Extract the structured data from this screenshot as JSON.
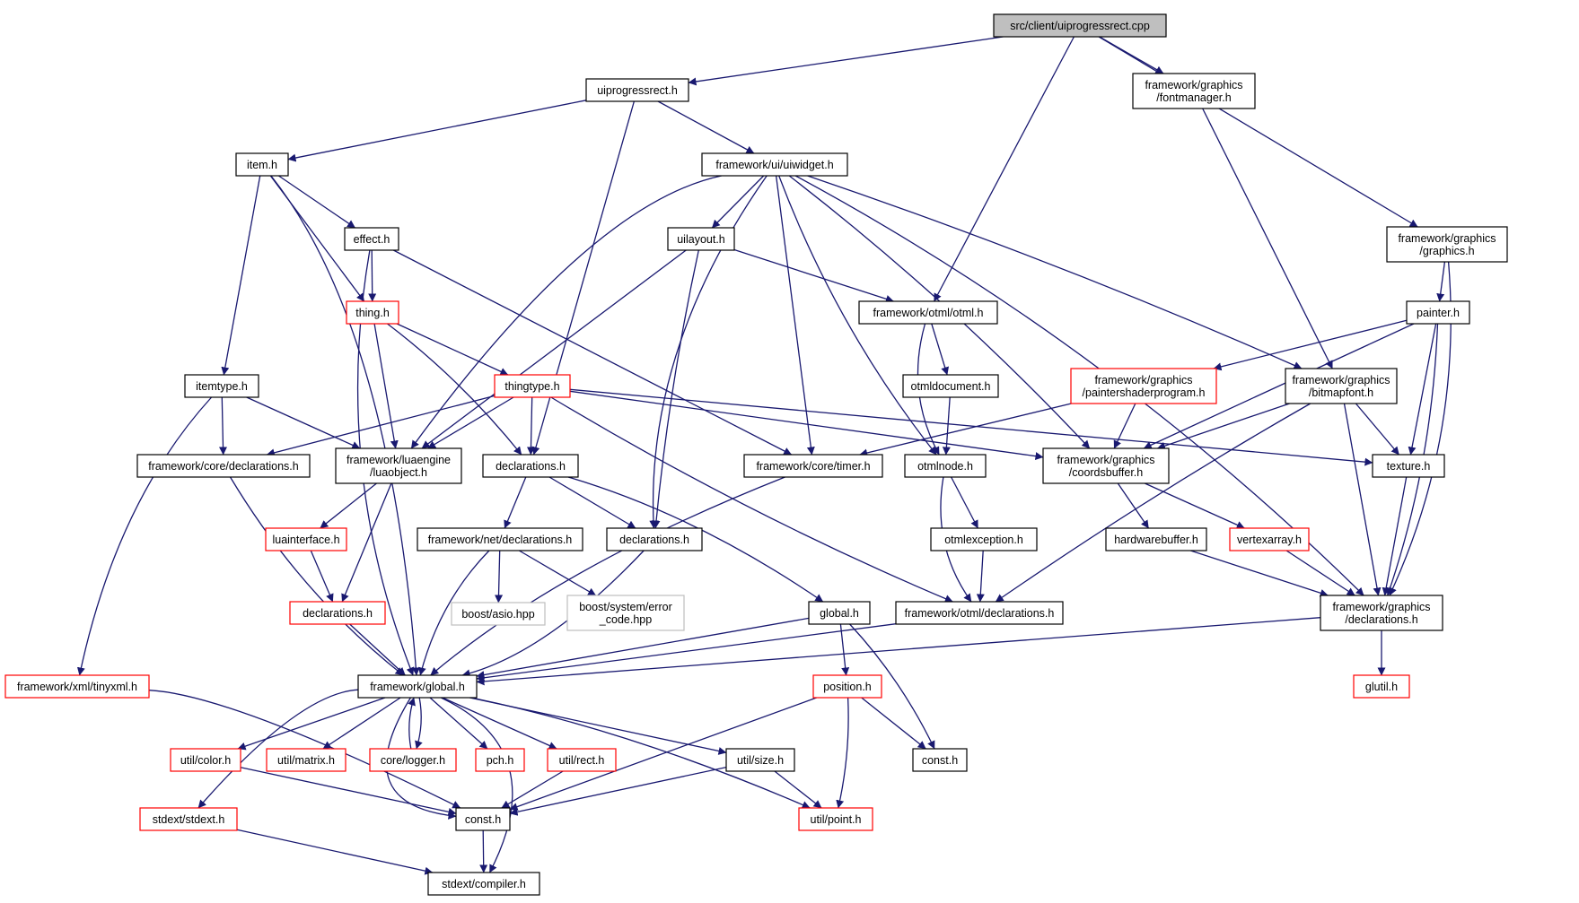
{
  "colors": {
    "edge": "#191970",
    "border_normal": "#000000",
    "border_truncated": "#ff0000",
    "border_external": "#bfbfbf",
    "root_fill": "#bfbfbf",
    "node_fill": "#ffffff"
  },
  "nodes": [
    {
      "id": "root",
      "lines": [
        "src/client/uiprogressrect.cpp"
      ],
      "kind": "root"
    },
    {
      "id": "uiprogressrect_h",
      "lines": [
        "uiprogressrect.h"
      ],
      "kind": "normal"
    },
    {
      "id": "fontmanager_h",
      "lines": [
        "framework/graphics",
        "/fontmanager.h"
      ],
      "kind": "normal"
    },
    {
      "id": "item_h",
      "lines": [
        "item.h"
      ],
      "kind": "normal"
    },
    {
      "id": "uiwidget_h",
      "lines": [
        "framework/ui/uiwidget.h"
      ],
      "kind": "normal"
    },
    {
      "id": "graphics_h",
      "lines": [
        "framework/graphics",
        "/graphics.h"
      ],
      "kind": "normal"
    },
    {
      "id": "effect_h",
      "lines": [
        "effect.h"
      ],
      "kind": "normal"
    },
    {
      "id": "uilayout_h",
      "lines": [
        "uilayout.h"
      ],
      "kind": "normal"
    },
    {
      "id": "thing_h",
      "lines": [
        "thing.h"
      ],
      "kind": "truncated"
    },
    {
      "id": "otml_h",
      "lines": [
        "framework/otml/otml.h"
      ],
      "kind": "normal"
    },
    {
      "id": "painter_h",
      "lines": [
        "painter.h"
      ],
      "kind": "normal"
    },
    {
      "id": "itemtype_h",
      "lines": [
        "itemtype.h"
      ],
      "kind": "normal"
    },
    {
      "id": "thingtype_h",
      "lines": [
        "thingtype.h"
      ],
      "kind": "truncated"
    },
    {
      "id": "otmldocument_h",
      "lines": [
        "otmldocument.h"
      ],
      "kind": "normal"
    },
    {
      "id": "paintershaderprogram_h",
      "lines": [
        "framework/graphics",
        "/paintershaderprogram.h"
      ],
      "kind": "truncated"
    },
    {
      "id": "bitmapfont_h",
      "lines": [
        "framework/graphics",
        "/bitmapfont.h"
      ],
      "kind": "normal"
    },
    {
      "id": "core_declarations_h",
      "lines": [
        "framework/core/declarations.h"
      ],
      "kind": "normal"
    },
    {
      "id": "luaobject_h",
      "lines": [
        "framework/luaengine",
        "/luaobject.h"
      ],
      "kind": "normal"
    },
    {
      "id": "declarations_h_a",
      "lines": [
        "declarations.h"
      ],
      "kind": "normal"
    },
    {
      "id": "timer_h",
      "lines": [
        "framework/core/timer.h"
      ],
      "kind": "normal"
    },
    {
      "id": "otmlnode_h",
      "lines": [
        "otmlnode.h"
      ],
      "kind": "normal"
    },
    {
      "id": "coordsbuffer_h",
      "lines": [
        "framework/graphics",
        "/coordsbuffer.h"
      ],
      "kind": "normal"
    },
    {
      "id": "texture_h",
      "lines": [
        "texture.h"
      ],
      "kind": "normal"
    },
    {
      "id": "luainterface_h",
      "lines": [
        "luainterface.h"
      ],
      "kind": "truncated"
    },
    {
      "id": "net_declarations_h",
      "lines": [
        "framework/net/declarations.h"
      ],
      "kind": "normal"
    },
    {
      "id": "declarations_h_b",
      "lines": [
        "declarations.h"
      ],
      "kind": "normal"
    },
    {
      "id": "otmlexception_h",
      "lines": [
        "otmlexception.h"
      ],
      "kind": "normal"
    },
    {
      "id": "hardwarebuffer_h",
      "lines": [
        "hardwarebuffer.h"
      ],
      "kind": "normal"
    },
    {
      "id": "vertexarray_h",
      "lines": [
        "vertexarray.h"
      ],
      "kind": "truncated"
    },
    {
      "id": "declarations_h_c",
      "lines": [
        "declarations.h"
      ],
      "kind": "truncated"
    },
    {
      "id": "boost_asio_hpp",
      "lines": [
        "boost/asio.hpp"
      ],
      "kind": "external"
    },
    {
      "id": "boost_error_code_hpp",
      "lines": [
        "boost/system/error",
        "_code.hpp"
      ],
      "kind": "external"
    },
    {
      "id": "global_h",
      "lines": [
        "global.h"
      ],
      "kind": "normal"
    },
    {
      "id": "otml_declarations_h",
      "lines": [
        "framework/otml/declarations.h"
      ],
      "kind": "normal"
    },
    {
      "id": "graphics_declarations_h",
      "lines": [
        "framework/graphics",
        "/declarations.h"
      ],
      "kind": "normal"
    },
    {
      "id": "tinyxml_h",
      "lines": [
        "framework/xml/tinyxml.h"
      ],
      "kind": "truncated"
    },
    {
      "id": "framework_global_h",
      "lines": [
        "framework/global.h"
      ],
      "kind": "normal"
    },
    {
      "id": "position_h",
      "lines": [
        "position.h"
      ],
      "kind": "truncated"
    },
    {
      "id": "glutil_h",
      "lines": [
        "glutil.h"
      ],
      "kind": "truncated"
    },
    {
      "id": "color_h",
      "lines": [
        "util/color.h"
      ],
      "kind": "truncated"
    },
    {
      "id": "matrix_h",
      "lines": [
        "util/matrix.h"
      ],
      "kind": "truncated"
    },
    {
      "id": "logger_h",
      "lines": [
        "core/logger.h"
      ],
      "kind": "truncated"
    },
    {
      "id": "pch_h",
      "lines": [
        "pch.h"
      ],
      "kind": "truncated"
    },
    {
      "id": "rect_h",
      "lines": [
        "util/rect.h"
      ],
      "kind": "truncated"
    },
    {
      "id": "size_h",
      "lines": [
        "util/size.h"
      ],
      "kind": "normal"
    },
    {
      "id": "const_h_a",
      "lines": [
        "const.h"
      ],
      "kind": "normal"
    },
    {
      "id": "stdext_h",
      "lines": [
        "stdext/stdext.h"
      ],
      "kind": "truncated"
    },
    {
      "id": "const_h_b",
      "lines": [
        "const.h"
      ],
      "kind": "normal"
    },
    {
      "id": "point_h",
      "lines": [
        "util/point.h"
      ],
      "kind": "truncated"
    },
    {
      "id": "compiler_h",
      "lines": [
        "stdext/compiler.h"
      ],
      "kind": "normal"
    }
  ],
  "edges": [
    [
      "root",
      "uiprogressrect_h"
    ],
    [
      "root",
      "fontmanager_h"
    ],
    [
      "root",
      "graphics_h"
    ],
    [
      "root",
      "otml_h"
    ],
    [
      "uiprogressrect_h",
      "item_h"
    ],
    [
      "uiprogressrect_h",
      "uiwidget_h"
    ],
    [
      "uiprogressrect_h",
      "declarations_h_a"
    ],
    [
      "fontmanager_h",
      "bitmapfont_h"
    ],
    [
      "item_h",
      "effect_h"
    ],
    [
      "item_h",
      "thing_h"
    ],
    [
      "item_h",
      "itemtype_h"
    ],
    [
      "item_h",
      "framework_global_h"
    ],
    [
      "uiwidget_h",
      "uilayout_h"
    ],
    [
      "uiwidget_h",
      "luaobject_h"
    ],
    [
      "uiwidget_h",
      "declarations_h_b"
    ],
    [
      "uiwidget_h",
      "timer_h"
    ],
    [
      "uiwidget_h",
      "otmlnode_h"
    ],
    [
      "uiwidget_h",
      "coordsbuffer_h"
    ],
    [
      "uiwidget_h",
      "bitmapfont_h"
    ],
    [
      "uiwidget_h",
      "graphics_declarations_h"
    ],
    [
      "graphics_h",
      "painter_h"
    ],
    [
      "graphics_h",
      "graphics_declarations_h"
    ],
    [
      "effect_h",
      "thing_h"
    ],
    [
      "effect_h",
      "timer_h"
    ],
    [
      "effect_h",
      "framework_global_h"
    ],
    [
      "uilayout_h",
      "otml_h"
    ],
    [
      "uilayout_h",
      "declarations_h_b"
    ],
    [
      "uilayout_h",
      "luaobject_h"
    ],
    [
      "thing_h",
      "thingtype_h"
    ],
    [
      "thing_h",
      "luaobject_h"
    ],
    [
      "thing_h",
      "declarations_h_a"
    ],
    [
      "otml_h",
      "otmldocument_h"
    ],
    [
      "otml_h",
      "otmlnode_h"
    ],
    [
      "painter_h",
      "paintershaderprogram_h"
    ],
    [
      "painter_h",
      "coordsbuffer_h"
    ],
    [
      "painter_h",
      "texture_h"
    ],
    [
      "painter_h",
      "graphics_declarations_h"
    ],
    [
      "itemtype_h",
      "core_declarations_h"
    ],
    [
      "itemtype_h",
      "luaobject_h"
    ],
    [
      "itemtype_h",
      "tinyxml_h"
    ],
    [
      "thingtype_h",
      "core_declarations_h"
    ],
    [
      "thingtype_h",
      "luaobject_h"
    ],
    [
      "thingtype_h",
      "declarations_h_a"
    ],
    [
      "thingtype_h",
      "coordsbuffer_h"
    ],
    [
      "thingtype_h",
      "texture_h"
    ],
    [
      "thingtype_h",
      "otml_declarations_h"
    ],
    [
      "otmldocument_h",
      "otmlnode_h"
    ],
    [
      "paintershaderprogram_h",
      "coordsbuffer_h"
    ],
    [
      "paintershaderprogram_h",
      "timer_h"
    ],
    [
      "bitmapfont_h",
      "coordsbuffer_h"
    ],
    [
      "bitmapfont_h",
      "texture_h"
    ],
    [
      "bitmapfont_h",
      "graphics_declarations_h"
    ],
    [
      "bitmapfont_h",
      "otml_declarations_h"
    ],
    [
      "core_declarations_h",
      "framework_global_h"
    ],
    [
      "luaobject_h",
      "luainterface_h"
    ],
    [
      "luaobject_h",
      "declarations_h_c"
    ],
    [
      "declarations_h_a",
      "net_declarations_h"
    ],
    [
      "declarations_h_a",
      "declarations_h_b"
    ],
    [
      "declarations_h_a",
      "global_h"
    ],
    [
      "timer_h",
      "framework_global_h"
    ],
    [
      "otmlnode_h",
      "otmlexception_h"
    ],
    [
      "otmlnode_h",
      "otml_declarations_h"
    ],
    [
      "coordsbuffer_h",
      "hardwarebuffer_h"
    ],
    [
      "coordsbuffer_h",
      "vertexarray_h"
    ],
    [
      "texture_h",
      "graphics_declarations_h"
    ],
    [
      "luainterface_h",
      "declarations_h_c"
    ],
    [
      "net_declarations_h",
      "boost_asio_hpp"
    ],
    [
      "net_declarations_h",
      "boost_error_code_hpp"
    ],
    [
      "net_declarations_h",
      "framework_global_h"
    ],
    [
      "declarations_h_b",
      "framework_global_h"
    ],
    [
      "otmlexception_h",
      "otml_declarations_h"
    ],
    [
      "hardwarebuffer_h",
      "graphics_declarations_h"
    ],
    [
      "vertexarray_h",
      "graphics_declarations_h"
    ],
    [
      "declarations_h_c",
      "framework_global_h"
    ],
    [
      "global_h",
      "framework_global_h"
    ],
    [
      "global_h",
      "position_h"
    ],
    [
      "global_h",
      "const_h_b"
    ],
    [
      "otml_declarations_h",
      "framework_global_h"
    ],
    [
      "graphics_declarations_h",
      "framework_global_h"
    ],
    [
      "graphics_declarations_h",
      "glutil_h"
    ],
    [
      "tinyxml_h",
      "const_h_a"
    ],
    [
      "framework_global_h",
      "color_h"
    ],
    [
      "framework_global_h",
      "matrix_h"
    ],
    [
      "framework_global_h",
      "logger_h"
    ],
    [
      "framework_global_h",
      "pch_h"
    ],
    [
      "framework_global_h",
      "rect_h"
    ],
    [
      "framework_global_h",
      "size_h"
    ],
    [
      "framework_global_h",
      "const_h_a"
    ],
    [
      "framework_global_h",
      "stdext_h"
    ],
    [
      "framework_global_h",
      "point_h"
    ],
    [
      "framework_global_h",
      "compiler_h"
    ],
    [
      "logger_h",
      "framework_global_h"
    ],
    [
      "position_h",
      "const_h_b"
    ],
    [
      "position_h",
      "point_h"
    ],
    [
      "position_h",
      "const_h_a"
    ],
    [
      "color_h",
      "const_h_a"
    ],
    [
      "rect_h",
      "const_h_a"
    ],
    [
      "size_h",
      "const_h_a"
    ],
    [
      "size_h",
      "point_h"
    ],
    [
      "stdext_h",
      "compiler_h"
    ],
    [
      "const_h_a",
      "compiler_h"
    ]
  ]
}
